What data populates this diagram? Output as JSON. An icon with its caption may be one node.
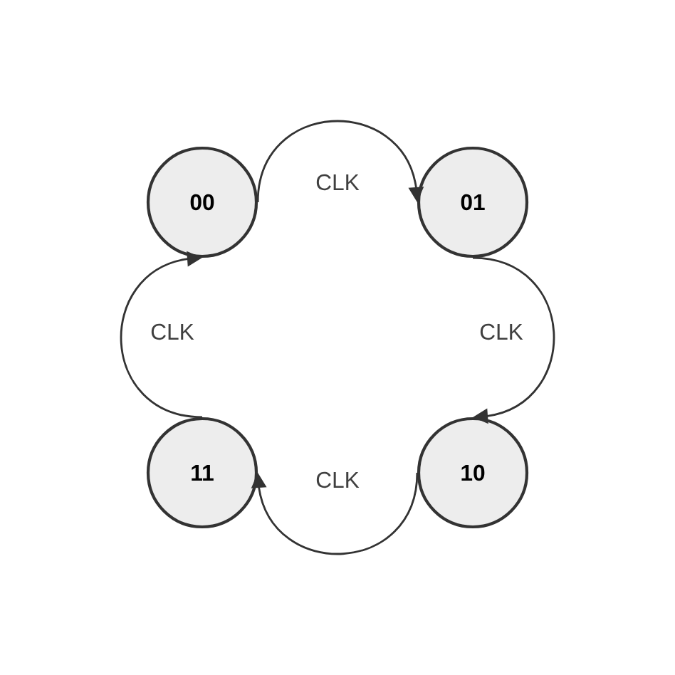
{
  "diagram": {
    "nodes": [
      {
        "text": [
          "00"
        ]
      },
      {
        "text": [
          "01"
        ]
      },
      {
        "text": [
          "10"
        ]
      },
      {
        "text": [
          "11"
        ]
      }
    ],
    "edges": [
      {
        "from": 0,
        "to": 1,
        "arrow": "to",
        "label": "CLK"
      },
      {
        "from": 1,
        "to": 2,
        "arrow": "to",
        "label": "CLK"
      },
      {
        "from": 2,
        "to": 3,
        "arrow": "to",
        "label": "CLK"
      },
      {
        "from": 3,
        "to": 0,
        "arrow": "to",
        "label": "CLK"
      }
    ]
  }
}
